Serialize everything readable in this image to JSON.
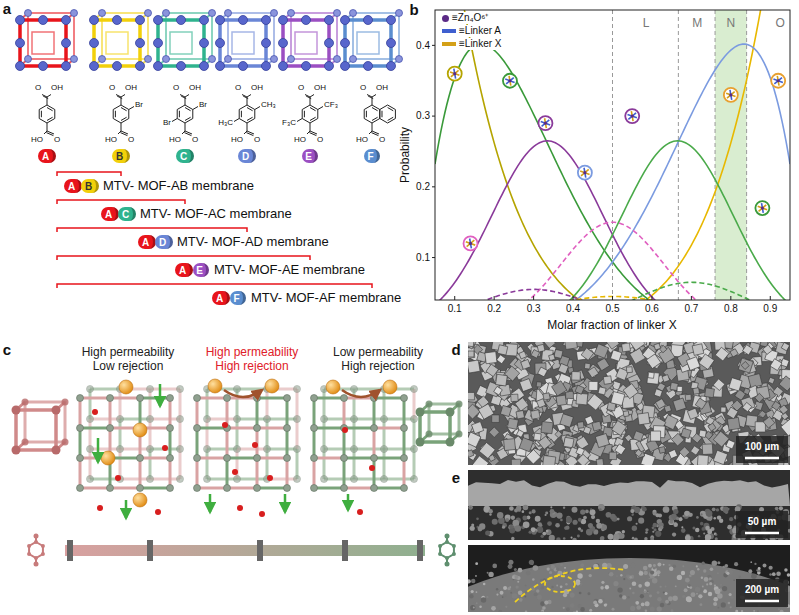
{
  "diagram": {
    "nodes": [
      {
        "text": [
          "A"
        ]
      },
      {
        "text": [
          "B"
        ]
      },
      {
        "text": [
          "C"
        ]
      },
      {
        "text": [
          "D"
        ]
      },
      {
        "text": [
          "E"
        ]
      },
      {
        "text": [
          "F"
        ]
      },
      {
        "text": [
          "A"
        ]
      },
      {
        "text": [
          "B"
        ]
      },
      {
        "text": [
          "A"
        ]
      },
      {
        "text": [
          "C"
        ]
      },
      {
        "text": [
          "A"
        ]
      },
      {
        "text": [
          "D"
        ]
      },
      {
        "text": [
          "A"
        ]
      },
      {
        "text": [
          "E"
        ]
      },
      {
        "text": [
          "A"
        ]
      },
      {
        "text": [
          "F"
        ]
      }
    ],
    "labels": [
      "a",
      "b",
      "c",
      "d",
      "e",
      "O",
      "OH",
      "HO",
      "O",
      "O",
      "OH",
      "HO",
      "O",
      "O",
      "OH",
      "HO",
      "O",
      "O",
      "OH",
      "HO",
      "O",
      "O",
      "OH",
      "HO",
      "O",
      "O",
      "OH",
      "HO",
      "O",
      "Br",
      "Br",
      "Br",
      "CH₃",
      "H₃C",
      "CF₃",
      "F₃C",
      "MTV- MOF-AB membrane",
      "MTV- MOF-AC membrane",
      "MTV- MOF-AD membrane",
      "MTV- MOF-AE membrane",
      "MTV- MOF-AF membrane",
      "0.1",
      "0.2",
      "0.3",
      "0.4",
      "0.1",
      "0.2",
      "0.3",
      "0.4",
      "0.5",
      "0.6",
      "0.7",
      "0.8",
      "0.9",
      "Probability",
      "Molar fraction of linker X",
      "L",
      "M",
      "N",
      "O",
      "High permeability Low rejection",
      "High permeability High rejection",
      "Low permeability High rejection",
      "100 µm",
      "50 µm",
      "200 µm"
    ],
    "legend": [
      {
        "text": "≡Zn₄O⁶⁺"
      },
      {
        "text": "≡Linker A"
      },
      {
        "text": "≡Linker X"
      }
    ]
  }
}
